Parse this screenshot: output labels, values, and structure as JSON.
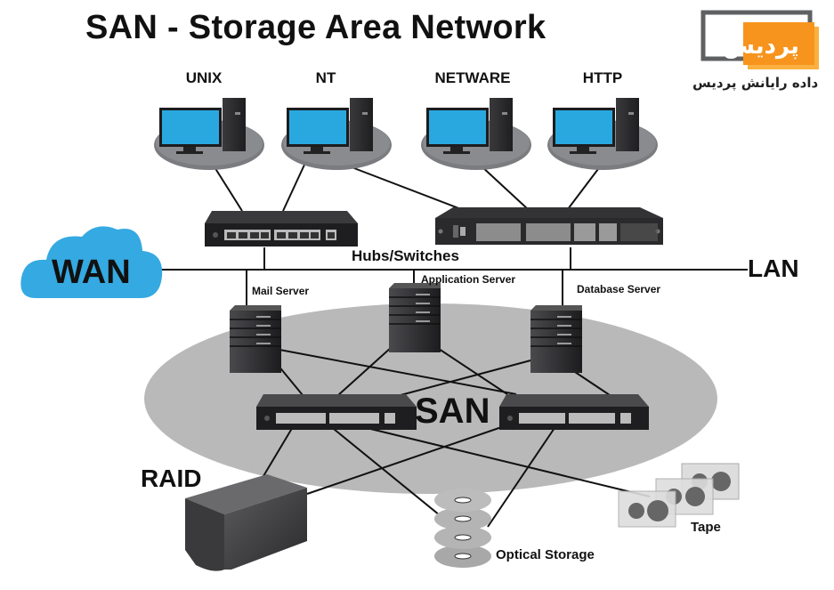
{
  "title": "SAN - Storage Area Network",
  "logo": {
    "name": "Pardis logo",
    "subtitle": "داده رایانش پردیس",
    "colors": {
      "gray": "#5f6062",
      "orange": "#f7941d",
      "yellow": "#fbb040"
    }
  },
  "clients": [
    {
      "label": "UNIX"
    },
    {
      "label": "NT"
    },
    {
      "label": "NETWARE"
    },
    {
      "label": "HTTP"
    }
  ],
  "network": {
    "hubs_label": "Hubs/Switches",
    "wan_label": "WAN",
    "lan_label": "LAN"
  },
  "servers": [
    {
      "label": "Mail Server"
    },
    {
      "label": "Application Server"
    },
    {
      "label": "Database Server"
    }
  ],
  "san": {
    "label": "SAN"
  },
  "storage": {
    "raid_label": "RAID",
    "optical_label": "Optical Storage",
    "tape_label": "Tape"
  },
  "colors": {
    "screen_blue": "#29a8e0",
    "cloud_blue": "#35a9e1",
    "san_ellipse": "#b9b9b9",
    "client_disc": "#7b7c80",
    "device_dark": "#2b2b2d"
  }
}
